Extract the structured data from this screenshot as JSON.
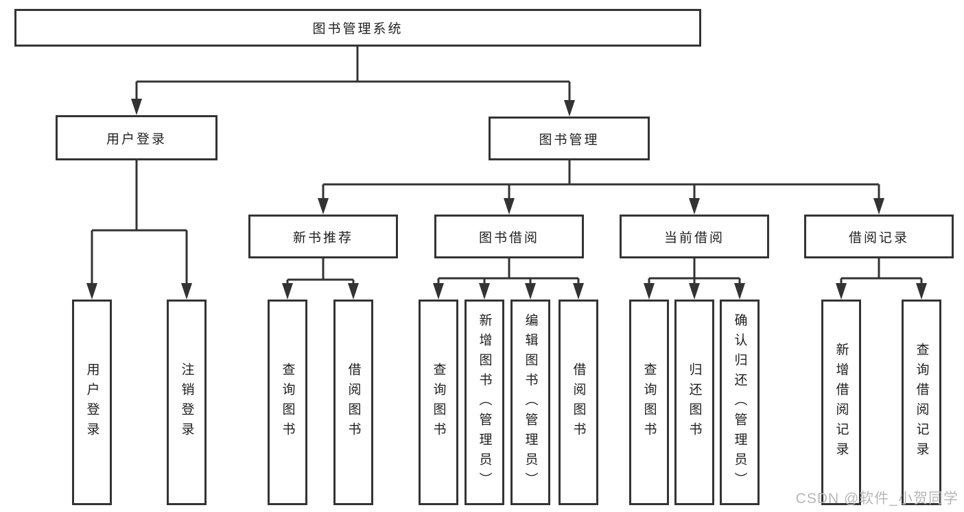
{
  "diagram": {
    "title": "图书管理系统",
    "nodes": {
      "root": "图书管理系统",
      "level2": [
        "用户登录",
        "图书管理"
      ],
      "level3": [
        "新书推荐",
        "图书借阅",
        "当前借阅",
        "借阅记录"
      ],
      "leaves_user": [
        "用户登录",
        "注销登录"
      ],
      "leaves_newbook": [
        "查询图书",
        "借阅图书"
      ],
      "leaves_borrow": [
        "查询图书",
        "新增图书（管理员）",
        "编辑图书（管理员）",
        "借阅图书"
      ],
      "leaves_current": [
        "查询图书",
        "归还图书",
        "确认归还（管理员）"
      ],
      "leaves_record": [
        "新增借阅记录",
        "查询借阅记录"
      ]
    },
    "colors": {
      "line": "#333333",
      "box_border": "#333333",
      "text": "#1f1f1f",
      "watermark": "#b7b7b7",
      "background": "#ffffff"
    }
  },
  "watermark": "CSDN @软件_小贺同学"
}
